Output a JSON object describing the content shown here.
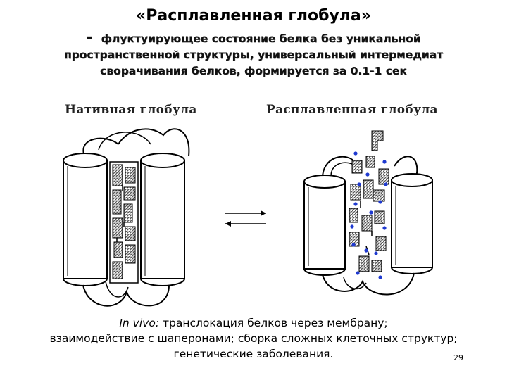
{
  "slide": {
    "title": "«Расплавленная глобула»",
    "subtitle_dash": "-",
    "subtitle_line1": "флуктуирующее состояние белка без уникальной",
    "subtitle_line2": "пространственной структуры, универсальный интермедиат",
    "subtitle_line3": "сворачивания белков, формируется за 0.1-1 сек",
    "figure": {
      "label_native": "Нативная глобула",
      "label_molten": "Расплавленная глобула"
    },
    "bottom": {
      "in_vivo": "In vivo:",
      "line1_rest": " транслокация белков через мембрану;",
      "line2": "взаимодействие с шаперонами; сборка сложных клеточных структур;",
      "line3": "генетические заболевания."
    },
    "page_number": "29",
    "colors": {
      "water_dots": "#1f3ad0",
      "hatch": "#555555"
    }
  }
}
